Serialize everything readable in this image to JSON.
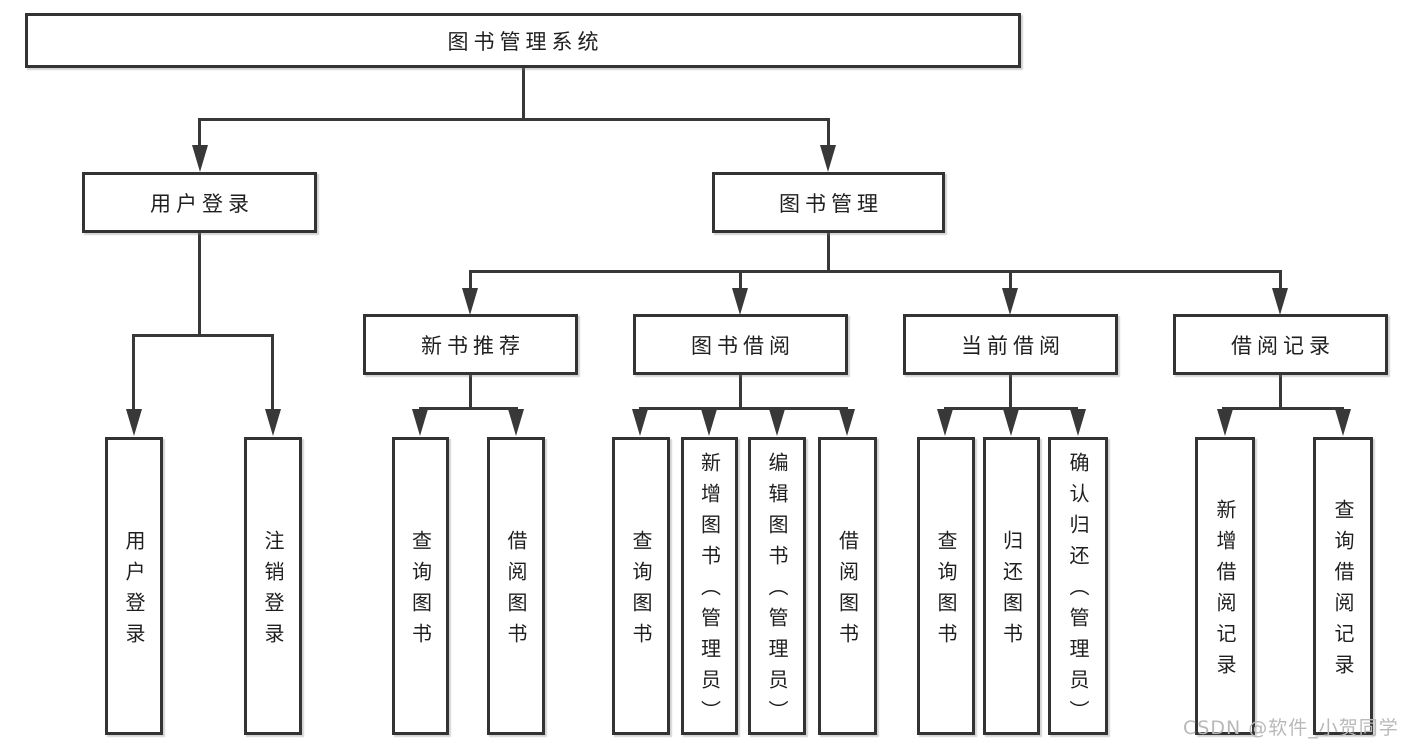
{
  "diagram": {
    "type": "hierarchy-tree",
    "direction": "top-down",
    "colors": {
      "background": "#ffffff",
      "line": "#383838",
      "box_border": "#333333",
      "text": "#1f1f1f",
      "watermark": "#b9b9b9"
    }
  },
  "tree": {
    "root": {
      "label": "图书管理系统",
      "children": [
        {
          "label": "用户登录",
          "children": [
            {
              "label": "用户登录"
            },
            {
              "label": "注销登录"
            }
          ]
        },
        {
          "label": "图书管理",
          "children": [
            {
              "label": "新书推荐",
              "children": [
                {
                  "label": "查询图书"
                },
                {
                  "label": "借阅图书"
                }
              ]
            },
            {
              "label": "图书借阅",
              "children": [
                {
                  "label": "查询图书"
                },
                {
                  "label": "新增图书（管理员）"
                },
                {
                  "label": "编辑图书（管理员）"
                },
                {
                  "label": "借阅图书"
                }
              ]
            },
            {
              "label": "当前借阅",
              "children": [
                {
                  "label": "查询图书"
                },
                {
                  "label": "归还图书"
                },
                {
                  "label": "确认归还（管理员）"
                }
              ]
            },
            {
              "label": "借阅记录",
              "children": [
                {
                  "label": "新增借阅记录"
                },
                {
                  "label": "查询借阅记录"
                }
              ]
            }
          ]
        }
      ]
    }
  },
  "watermark": {
    "text": "CSDN @软件_小贺同学"
  }
}
